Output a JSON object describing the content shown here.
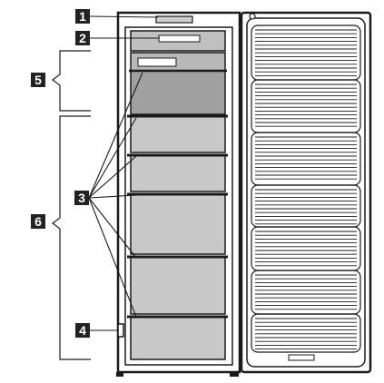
{
  "callouts": [
    {
      "number": "1"
    },
    {
      "number": "2"
    },
    {
      "number": "3"
    },
    {
      "number": "4"
    },
    {
      "number": "5"
    },
    {
      "number": "6"
    }
  ],
  "colors": {
    "outline": "#1a1a1a",
    "compartment_dark": "#a0a0a0",
    "compartment_light": "#c8c8c8",
    "label_bg": "#222222",
    "label_text": "#ffffff",
    "background": "#ffffff"
  }
}
